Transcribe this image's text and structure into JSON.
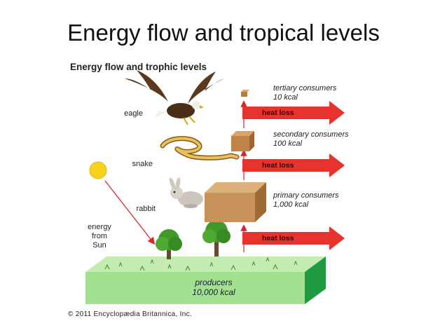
{
  "slide": {
    "title": "Energy flow and tropical levels"
  },
  "figure": {
    "title": "Energy flow and trophic levels",
    "organisms": {
      "eagle": "eagle",
      "snake": "snake",
      "rabbit": "rabbit"
    },
    "levels": [
      {
        "name": "tertiary consumers",
        "energy": "10 kcal"
      },
      {
        "name": "secondary consumers",
        "energy": "100 kcal"
      },
      {
        "name": "primary consumers",
        "energy": "1,000 kcal"
      }
    ],
    "heat_loss_label": "heat loss",
    "sun_label": [
      "energy",
      "from",
      "Sun"
    ],
    "producers": {
      "name": "producers",
      "energy": "10,000 kcal"
    },
    "copyright": "© 2011 Encyclopædia Britannica, Inc."
  },
  "colors": {
    "arrow_red": "#e8322d",
    "box_tan": "#c8935a",
    "ground_green": "#9ee08a",
    "ground_side": "#1e9a3e",
    "sun_yellow": "#f7d21c",
    "tree_green": "#3f9a2a"
  }
}
